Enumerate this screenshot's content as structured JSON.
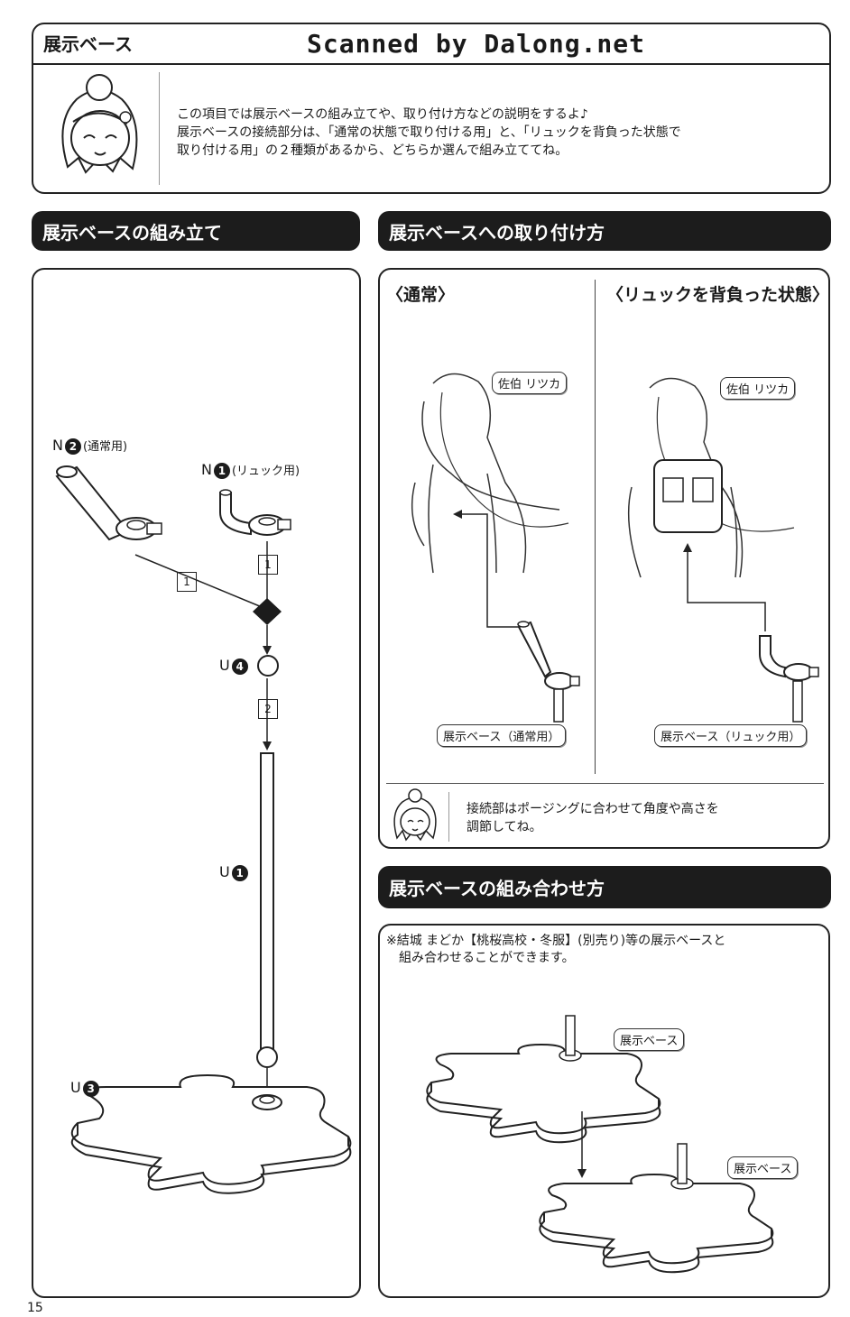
{
  "header": {
    "section_label": "展示ベース",
    "watermark": "Scanned by Dalong.net",
    "intro_lines": [
      "この項目では展示ベースの組み立てや、取り付け方などの説明をするよ♪",
      "展示ベースの接続部分は、「通常の状態で取り付ける用」と、「リュックを背負った状態で",
      "取り付ける用」の２種類があるから、どちらか選んで組み立ててね。"
    ]
  },
  "assembly": {
    "title": "展示ベースの組み立て",
    "part_n2_letter": "N",
    "part_n2_num": "2",
    "part_n2_note": "(通常用)",
    "part_n1_letter": "N",
    "part_n1_num": "1",
    "part_n1_note": "(リュック用)",
    "part_u4_letter": "U",
    "part_u4_num": "4",
    "part_u1_letter": "U",
    "part_u1_num": "1",
    "part_u3_letter": "U",
    "part_u3_num": "3",
    "step1": "1",
    "step2": "2"
  },
  "attach": {
    "title": "展示ベースへの取り付け方",
    "normal_heading": "〈通常〉",
    "backpack_heading": "〈リュックを背負った状態〉",
    "character_name": "佐伯 リツカ",
    "base_normal_label": "展示ベース（通常用）",
    "base_backpack_label": "展示ベース（リュック用）",
    "tip_lines": [
      "接続部はポージングに合わせて角度や高さを",
      "調節してね。"
    ]
  },
  "combine": {
    "title": "展示ベースの組み合わせ方",
    "note_lines": [
      "※結城 まどか【桃桜高校・冬服】(別売り)等の展示ベースと",
      "組み合わせることができます。"
    ],
    "base_label": "展示ベース"
  },
  "page_number": "15",
  "colors": {
    "banner": "#1c1c1c",
    "border": "#222222"
  }
}
